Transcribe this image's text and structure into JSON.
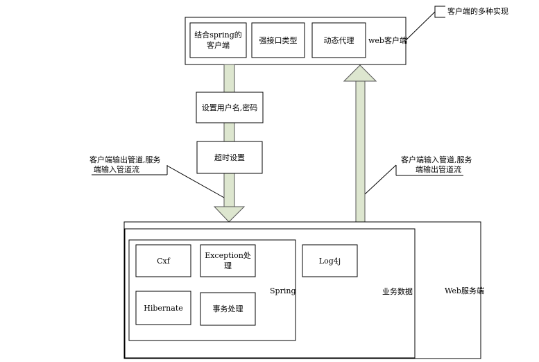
{
  "callout_top_right": "客户端的多种实现",
  "client": {
    "label": "web客户端",
    "boxes": [
      "结合spring的客户端",
      "强接口类型",
      "动态代理"
    ]
  },
  "arrow_down": {
    "boxes": [
      "设置用户名,密码",
      "超时设置"
    ],
    "callout_line1": "客户端输出管道,服务",
    "callout_line2": "端输入管道流"
  },
  "arrow_up": {
    "callout_line1": "客户端输入管道,服务",
    "callout_line2": "端输出管道流"
  },
  "server": {
    "label": "Web服务端",
    "business_label": "业务数据",
    "spring_label": "Spring",
    "spring_modules": [
      "Cxf",
      "Exception处理",
      "Hibernate",
      "事务处理"
    ],
    "log_module": "Log4j"
  }
}
